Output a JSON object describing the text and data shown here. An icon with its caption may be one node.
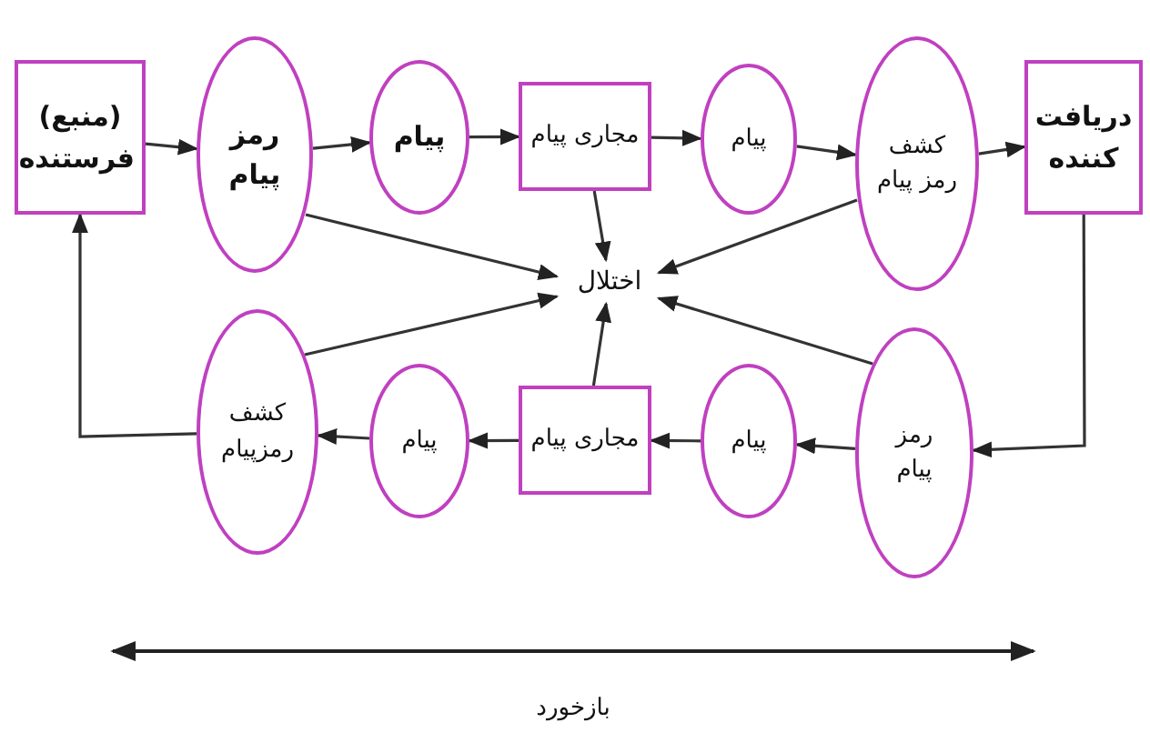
{
  "diagram": {
    "nodes": [
      {
        "text": [
          "(منبع) فرستنده"
        ]
      },
      {
        "text": [
          "رمز پیام"
        ]
      },
      {
        "text": [
          "پیام"
        ]
      },
      {
        "text": [
          "مجاری پیام"
        ]
      },
      {
        "text": [
          "پیام"
        ]
      },
      {
        "text": [
          "کشف رمز پیام"
        ]
      },
      {
        "text": [
          "دریافت کننده"
        ]
      },
      {
        "text": [
          "اختلال"
        ]
      },
      {
        "text": [
          "رمز پیام"
        ]
      },
      {
        "text": [
          "پیام"
        ]
      },
      {
        "text": [
          "مجاری پیام"
        ]
      },
      {
        "text": [
          "پیام"
        ]
      },
      {
        "text": [
          "کشف رمزپیام"
        ]
      }
    ],
    "edges": [
      {
        "from": 0,
        "to": 1,
        "arrow": "to"
      },
      {
        "from": 1,
        "to": 2,
        "arrow": "to"
      },
      {
        "from": 2,
        "to": 3,
        "arrow": "to"
      },
      {
        "from": 3,
        "to": 4,
        "arrow": "to"
      },
      {
        "from": 4,
        "to": 5,
        "arrow": "to"
      },
      {
        "from": 5,
        "to": 6,
        "arrow": "to"
      },
      {
        "from": 1,
        "to": 7,
        "arrow": "to"
      },
      {
        "from": 3,
        "to": 7,
        "arrow": "to"
      },
      {
        "from": 5,
        "to": 7,
        "arrow": "to"
      },
      {
        "from": 12,
        "to": 7,
        "arrow": "to"
      },
      {
        "from": 10,
        "to": 7,
        "arrow": "to"
      },
      {
        "from": 8,
        "to": 7,
        "arrow": "to"
      },
      {
        "from": 6,
        "to": 8,
        "arrow": "to"
      },
      {
        "from": 8,
        "to": 9,
        "arrow": "to"
      },
      {
        "from": 9,
        "to": 10,
        "arrow": "to"
      },
      {
        "from": 10,
        "to": 11,
        "arrow": "to"
      },
      {
        "from": 11,
        "to": 12,
        "arrow": "to"
      },
      {
        "from": 12,
        "to": 0,
        "arrow": "to"
      }
    ],
    "labels": [
      "بازخورد"
    ]
  }
}
